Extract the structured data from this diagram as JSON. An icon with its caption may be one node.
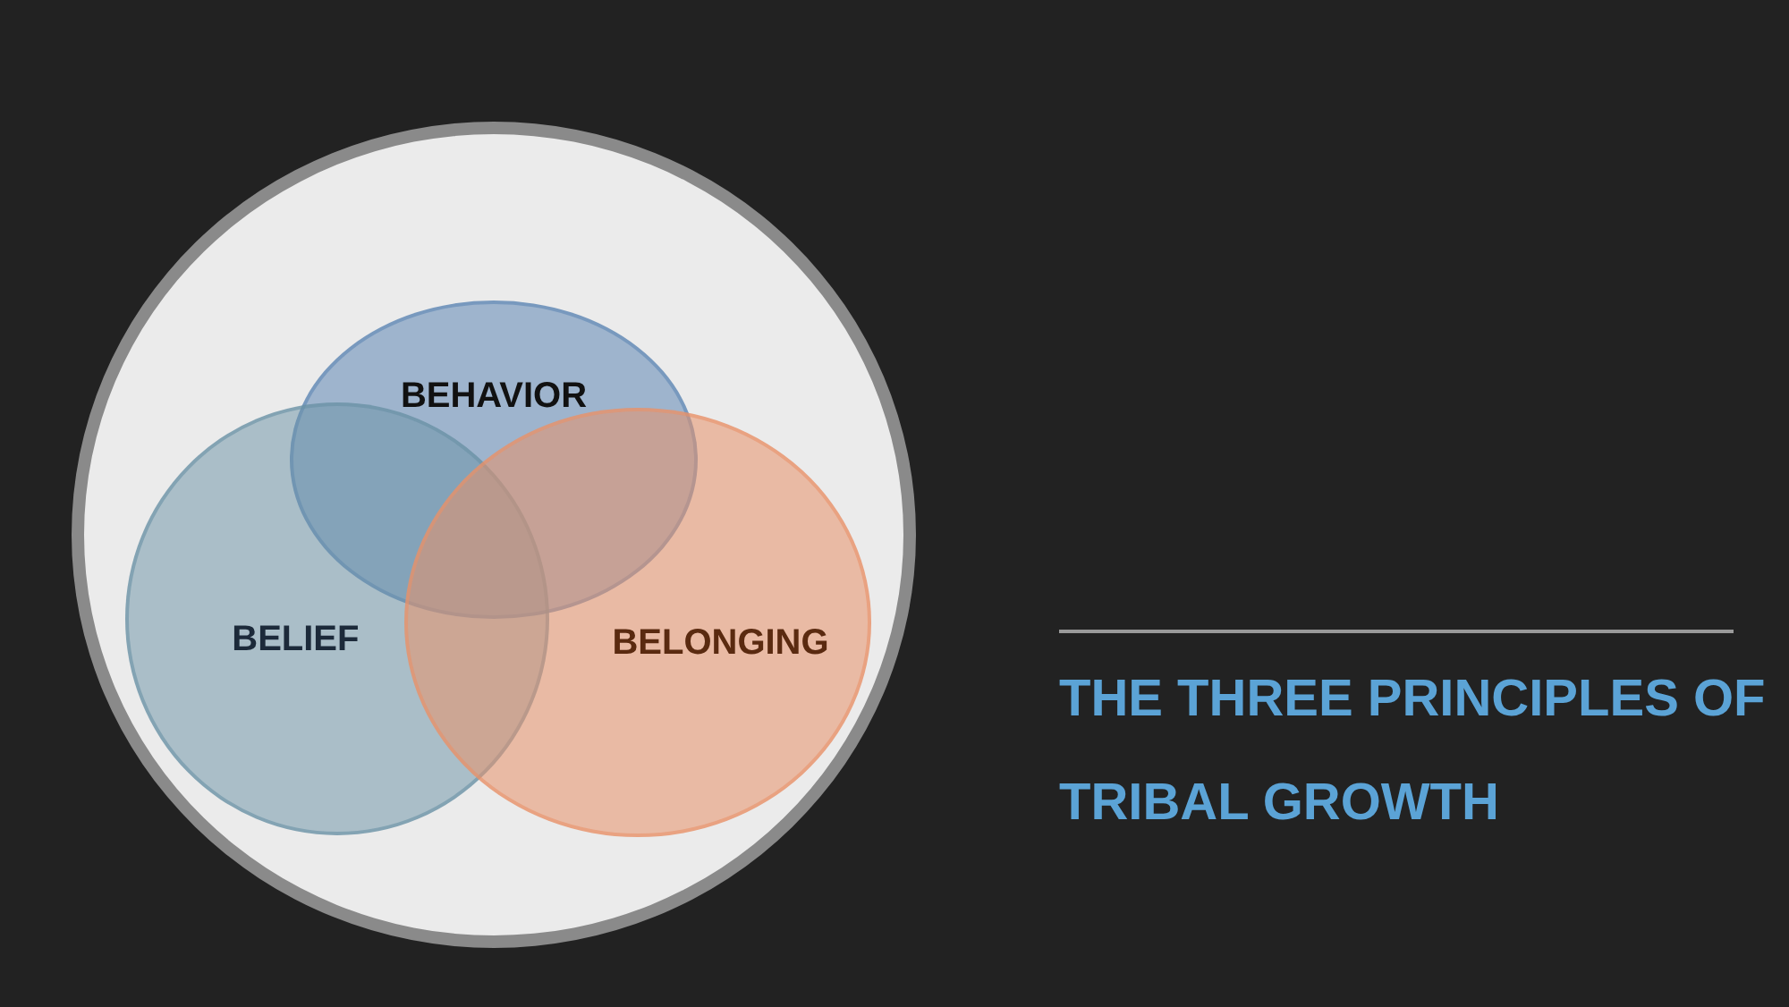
{
  "diagram": {
    "title": "THE THREE PRINCIPLES OF TRIBAL GROWTH",
    "nodes": [
      {
        "text": [],
        "shape": "circle"
      },
      {
        "text": [
          "BEHAVIOR"
        ],
        "in": 0
      },
      {
        "text": [
          "BELIEF"
        ],
        "in": 0
      },
      {
        "text": [
          "BELONGING"
        ],
        "in": 0
      }
    ]
  }
}
